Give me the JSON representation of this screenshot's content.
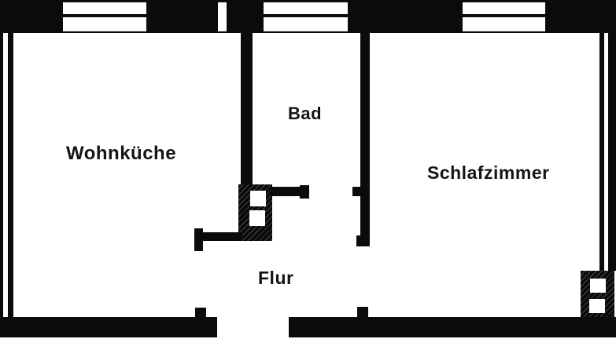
{
  "floorplan": {
    "background_color": "#ffffff",
    "wall_color": "#0b0b0b",
    "rooms": [
      {
        "label": "Wohnküche"
      },
      {
        "label": "Bad"
      },
      {
        "label": "Schlafzimmer"
      },
      {
        "label": "Flur"
      }
    ]
  }
}
